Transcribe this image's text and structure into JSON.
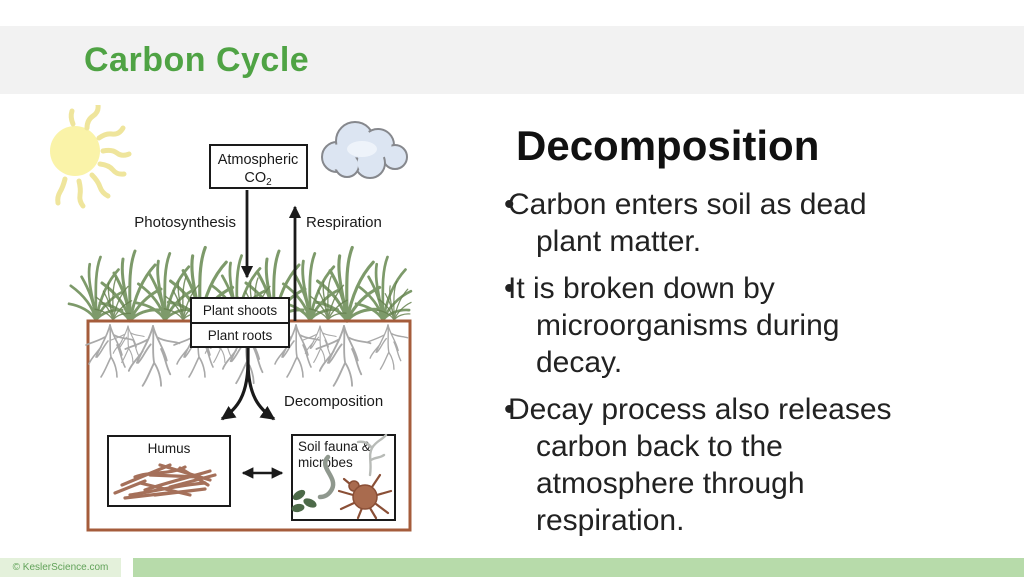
{
  "slide": {
    "header": {
      "title": "Carbon Cycle"
    },
    "content": {
      "heading": "Decomposition",
      "bullets": [
        {
          "bullet": "•",
          "lines": [
            "Carbon enters soil as dead",
            "plant matter."
          ]
        },
        {
          "bullet": "•",
          "lines": [
            "It is broken down by",
            "microorganisms during",
            "decay."
          ]
        },
        {
          "bullet": "•",
          "lines": [
            "Decay process also releases",
            "carbon back to the",
            "atmosphere through",
            "respiration."
          ]
        }
      ]
    },
    "footer": {
      "copyright": "© KeslerScience.com"
    }
  },
  "diagram": {
    "labels": {
      "atmospheric": "Atmospheric",
      "co": "CO",
      "co_sub": "2",
      "photosynthesis": "Photosynthesis",
      "respiration": "Respiration",
      "plant_shoots": "Plant shoots",
      "plant_roots": "Plant roots",
      "decomposition": "Decomposition",
      "humus": "Humus",
      "soil_fauna_1": "Soil fauna &",
      "soil_fauna_2": "microbes"
    }
  },
  "colors": {
    "accent_green": "#4fa344",
    "header_bg": "#f2f2f2",
    "footer_left_bg": "#e4f1db",
    "footer_right_bg": "#b7dbaa",
    "soil_border": "#a55c3b",
    "grass_green": "#7d9a6a",
    "sun_yellow": "#faf3a8",
    "cloud_blue": "#dce5f2",
    "humus_brown": "#a5705a"
  }
}
